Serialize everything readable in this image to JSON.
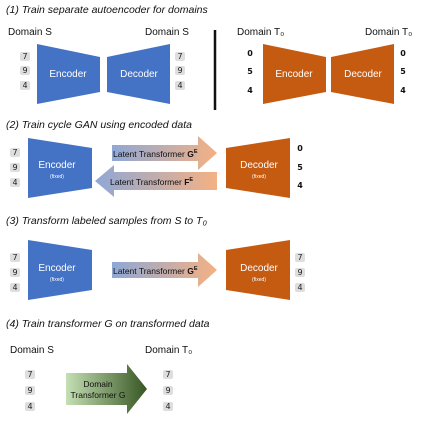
{
  "steps": [
    {
      "title": "(1) Train separate autoencoder for domains"
    },
    {
      "title": "(2) Train cycle GAN using encoded data"
    },
    {
      "title": "(3) Transform labeled samples from S to T₀"
    },
    {
      "title": "(4) Train transformer G on transformed data"
    }
  ],
  "step1": {
    "left": {
      "domain_in": "Domain S",
      "domain_out": "Domain S",
      "encoder": "Encoder",
      "decoder": "Decoder"
    },
    "right": {
      "domain_in": "Domain T₀",
      "domain_out": "Domain T₀",
      "encoder": "Encoder",
      "decoder": "Decoder"
    }
  },
  "step2": {
    "encoder": "Encoder",
    "encoder_note": "(fixed)",
    "decoder": "Decoder",
    "decoder_note": "(fixed)",
    "forward_label": "Latent Transformer",
    "forward_sup": "G",
    "forward_sup2": "E",
    "backward_label": "Latent Transformer",
    "backward_sup": "F",
    "backward_sup2": "E"
  },
  "step3": {
    "encoder": "Encoder",
    "encoder_note": "(fixed)",
    "decoder": "Decoder",
    "decoder_note": "(fixed)",
    "forward_label": "Latent Transformer",
    "forward_sup": "G",
    "forward_sup2": "E"
  },
  "step4": {
    "domain_in": "Domain S",
    "domain_out": "Domain T₀",
    "transformer_line1": "Domain",
    "transformer_line2": "Transformer G"
  },
  "digits": {
    "s": [
      "7",
      "9",
      "4"
    ],
    "t0": [
      "0",
      "5",
      "4"
    ],
    "t0_transformed": [
      "7",
      "9",
      "4"
    ]
  },
  "colors": {
    "encoder": "#4472c4",
    "decoder_t": "#c55a11",
    "arrow_orange": "#f4b183",
    "arrow_blue": "#8fa8d6",
    "arrow_green_dark": "#375623",
    "arrow_green_light": "#c5e0b4"
  }
}
